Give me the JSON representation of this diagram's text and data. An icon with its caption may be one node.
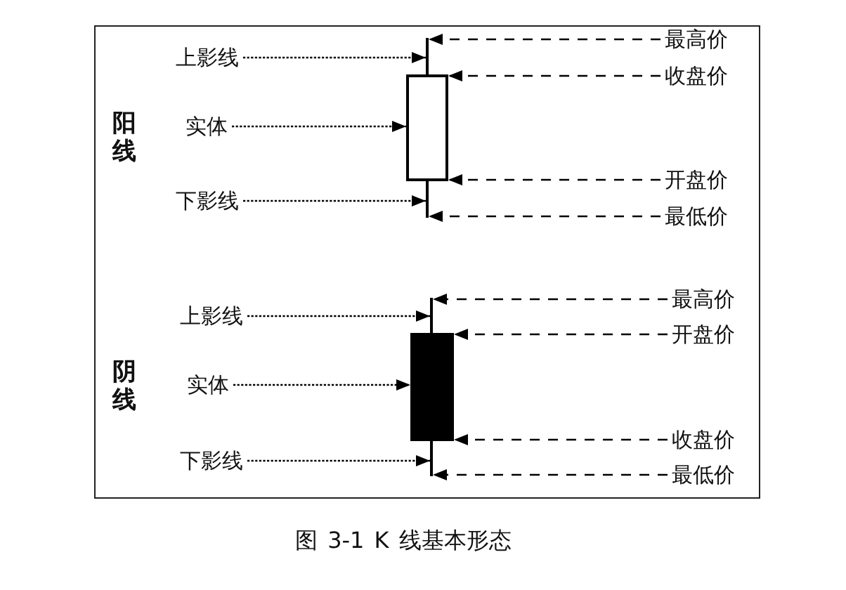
{
  "diagram": {
    "caption": "图 3-1 K 线基本形态",
    "nodes": [
      {
        "text": [
          "上影线"
        ]
      },
      {
        "text": [],
        "shape": "line"
      },
      {
        "text": [
          "最高价"
        ]
      },
      {
        "text": [
          "收盘价"
        ]
      },
      {
        "text": [
          "实体"
        ]
      },
      {
        "text": [],
        "shape": "box"
      },
      {
        "text": [
          "开盘价"
        ]
      },
      {
        "text": [
          "下影线"
        ]
      },
      {
        "text": [],
        "shape": "line"
      },
      {
        "text": [
          "最低价"
        ]
      },
      {
        "text": [
          "上影线"
        ]
      },
      {
        "text": [],
        "shape": "line"
      },
      {
        "text": [
          "最高价"
        ]
      },
      {
        "text": [
          "开盘价"
        ]
      },
      {
        "text": [
          "实体"
        ]
      },
      {
        "text": [],
        "shape": "box"
      },
      {
        "text": [
          "收盘价"
        ]
      },
      {
        "text": [
          "下影线"
        ]
      },
      {
        "text": [],
        "shape": "line"
      },
      {
        "text": [
          "最低价"
        ]
      }
    ],
    "edges": [
      {
        "from": 0,
        "to": 1,
        "arrow": "to"
      },
      {
        "from": 2,
        "to": 1,
        "arrow": "to",
        "style": "dashed"
      },
      {
        "from": 3,
        "to": 5,
        "arrow": "to",
        "style": "dashed"
      },
      {
        "from": 4,
        "to": 5,
        "arrow": "to"
      },
      {
        "from": 6,
        "to": 5,
        "arrow": "to",
        "style": "dashed"
      },
      {
        "from": 7,
        "to": 8,
        "arrow": "to"
      },
      {
        "from": 9,
        "to": 8,
        "arrow": "to",
        "style": "dashed"
      },
      {
        "from": 10,
        "to": 11,
        "arrow": "to"
      },
      {
        "from": 12,
        "to": 11,
        "arrow": "to",
        "style": "dashed"
      },
      {
        "from": 13,
        "to": 15,
        "arrow": "to",
        "style": "dashed"
      },
      {
        "from": 14,
        "to": 15,
        "arrow": "to"
      },
      {
        "from": 16,
        "to": 15,
        "arrow": "to",
        "style": "dashed"
      },
      {
        "from": 17,
        "to": 18,
        "arrow": "to"
      },
      {
        "from": 19,
        "to": 18,
        "arrow": "to",
        "style": "dashed"
      }
    ],
    "labels": [
      "阳线",
      "阴线"
    ]
  }
}
